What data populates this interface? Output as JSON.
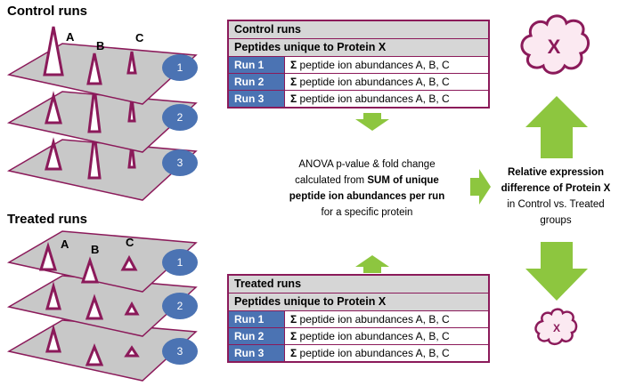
{
  "control": {
    "section_title": "Control runs",
    "peak_labels": [
      "A",
      "B",
      "C"
    ],
    "run_numbers": [
      "1",
      "2",
      "3"
    ]
  },
  "treated": {
    "section_title": "Treated runs",
    "peak_labels": [
      "A",
      "B",
      "C"
    ],
    "run_numbers": [
      "1",
      "2",
      "3"
    ]
  },
  "control_table": {
    "title": "Control runs",
    "subtitle": "Peptides unique to Protein X",
    "rows": [
      {
        "run": "Run 1",
        "sigma": "Σ",
        "text": " peptide ion abundances  A, B, C"
      },
      {
        "run": "Run 2",
        "sigma": "Σ",
        "text": " peptide ion abundances  A, B, C"
      },
      {
        "run": "Run 3",
        "sigma": "Σ",
        "text": " peptide ion abundances  A, B, C"
      }
    ]
  },
  "treated_table": {
    "title": "Treated runs",
    "subtitle": "Peptides unique to Protein X",
    "rows": [
      {
        "run": "Run 1",
        "sigma": "Σ",
        "text": " peptide ion abundances  A, B, C"
      },
      {
        "run": "Run 2",
        "sigma": "Σ",
        "text": " peptide ion abundances  A, B, C"
      },
      {
        "run": "Run 3",
        "sigma": "Σ",
        "text": " peptide ion abundances  A, B, C"
      }
    ]
  },
  "center": {
    "line1": "ANOVA p-value & fold change",
    "line2_pre": "calculated from ",
    "line2_bold": "SUM of unique",
    "line3_bold": "peptide ion abundances per run",
    "line4": "for a specific protein"
  },
  "right": {
    "line1_bold": "Relative expression",
    "line2_bold": "difference of Protein X",
    "line3": "in Control vs. Treated",
    "line4": "groups"
  },
  "cloud_large_label": "X",
  "cloud_small_label": "X",
  "colors": {
    "accent": "#8b1a5a",
    "run_blue": "#4b73b3",
    "arrow_green": "#8dc63f",
    "plane_gray": "#c8c8c8"
  }
}
